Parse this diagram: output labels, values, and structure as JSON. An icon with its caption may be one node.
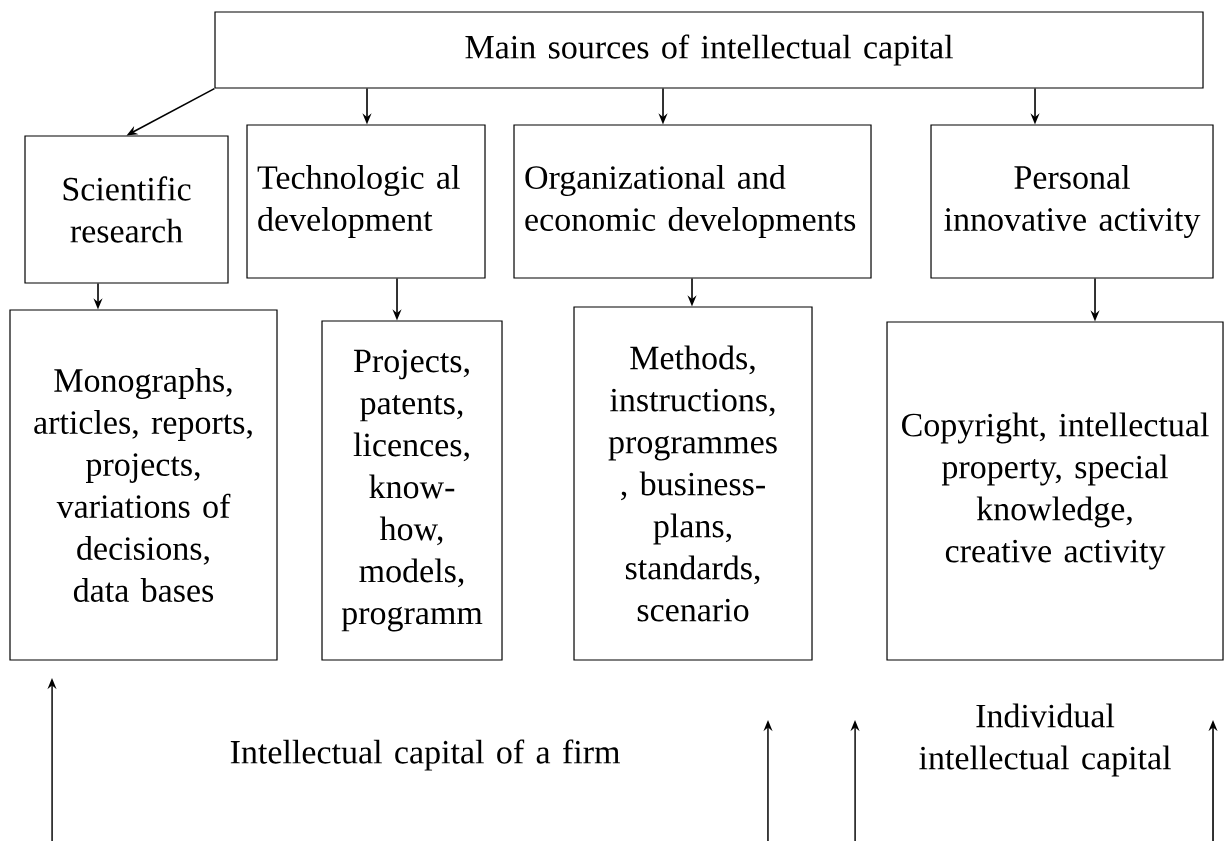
{
  "diagram": {
    "nodes": [
      {
        "text": [
          "Main sources of intellectual capital"
        ]
      },
      {
        "text": [
          "Scientific research"
        ]
      },
      {
        "text": [
          "Technologic al development"
        ]
      },
      {
        "text": [
          "Organizational and economic developments"
        ]
      },
      {
        "text": [
          "Personal innovative activity"
        ]
      },
      {
        "text": [
          "Monographs, articles, reports, projects, variations of decisions, data bases"
        ]
      },
      {
        "text": [
          "Projects, patents, licences, know- how, models, programm"
        ]
      },
      {
        "text": [
          "Methods, instructions, programmes , business- plans, standards, scenario"
        ]
      },
      {
        "text": [
          "Copyright, intellectual property, special knowledge, creative activity"
        ]
      }
    ],
    "edges": [
      {
        "from": 0,
        "to": 1,
        "arrow": "to"
      },
      {
        "from": 0,
        "to": 2,
        "arrow": "to"
      },
      {
        "from": 0,
        "to": 3,
        "arrow": "to"
      },
      {
        "from": 0,
        "to": 4,
        "arrow": "to"
      },
      {
        "from": 1,
        "to": 5,
        "arrow": "to"
      },
      {
        "from": 2,
        "to": 6,
        "arrow": "to"
      },
      {
        "from": 3,
        "to": 7,
        "arrow": "to"
      },
      {
        "from": 4,
        "to": 8,
        "arrow": "to"
      }
    ],
    "labels": [
      "Intellectual capital of a firm",
      "Individual intellectual capital"
    ]
  }
}
